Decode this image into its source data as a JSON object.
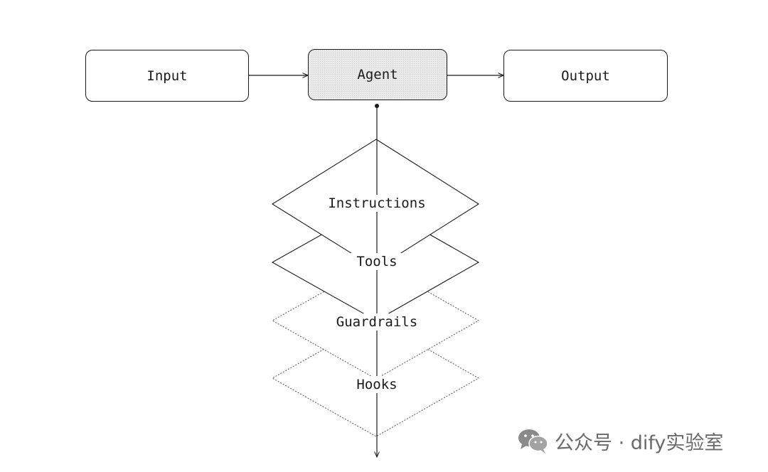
{
  "nodes": {
    "input": "Input",
    "agent": "Agent",
    "output": "Output"
  },
  "layers": [
    {
      "label": "Instructions",
      "style": "solid"
    },
    {
      "label": "Tools",
      "style": "solid"
    },
    {
      "label": "Guardrails",
      "style": "dotted"
    },
    {
      "label": "Hooks",
      "style": "dotted"
    }
  ],
  "watermark": {
    "text": "公众号 · dify实验室",
    "icon": "wechat-icon"
  },
  "colors": {
    "stroke": "#1a1a1a",
    "agent_fill": "#e9e9e9",
    "watermark": "#6a6a6a"
  }
}
